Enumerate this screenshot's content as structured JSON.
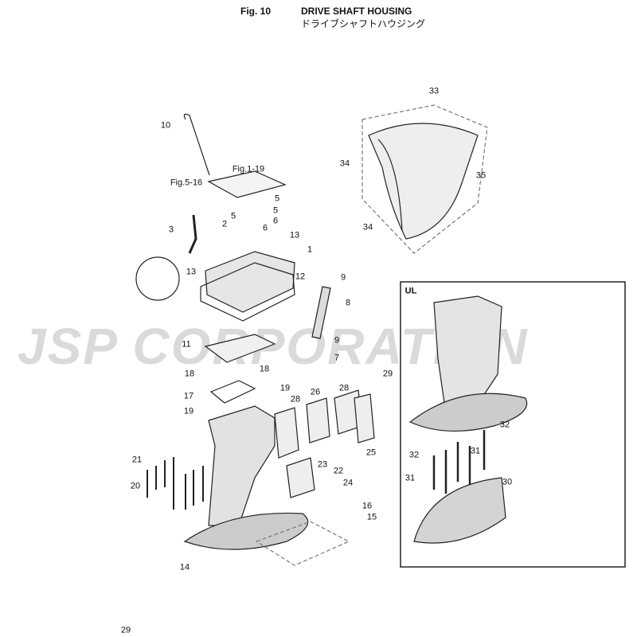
{
  "header": {
    "fig": "Fig. 10",
    "title": "DRIVE SHAFT HOUSING",
    "title_jp": "ドライブシャフトハウジング"
  },
  "watermark": "JSP CORPORATION",
  "inset_label": "UL",
  "page_number": "29",
  "labels": [
    "33",
    "10",
    "Fig.1-19",
    "34",
    "35",
    "Fig.5-16",
    "5",
    "5",
    "5",
    "6",
    "6",
    "2",
    "3",
    "13",
    "34",
    "1",
    "13",
    "12",
    "9",
    "8",
    "11",
    "9",
    "7",
    "18",
    "18",
    "29",
    "17",
    "19",
    "26",
    "28",
    "28",
    "19",
    "32",
    "25",
    "32",
    "31",
    "21",
    "23",
    "22",
    "24",
    "31",
    "30",
    "20",
    "16",
    "15",
    "14"
  ]
}
